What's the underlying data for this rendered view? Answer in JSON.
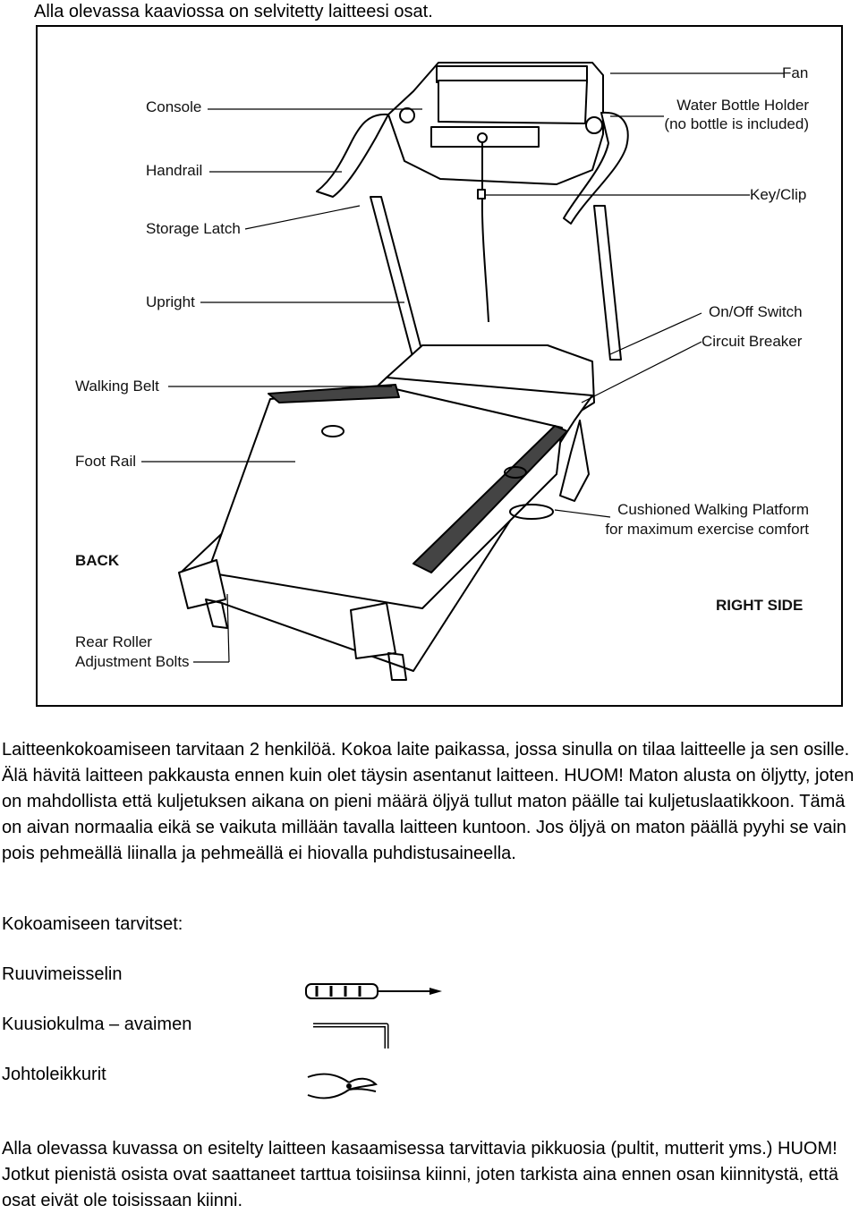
{
  "intro": "Alla olevassa kaaviossa on selvitetty laitteesi osat.",
  "diagram": {
    "labels": {
      "fan": "Fan",
      "water_bottle": "Water Bottle Holder",
      "water_bottle_note": "(no bottle is included)",
      "console": "Console",
      "handrail": "Handrail",
      "storage_latch": "Storage Latch",
      "key_clip": "Key/Clip",
      "upright": "Upright",
      "on_off": "On/Off Switch",
      "circuit_breaker": "Circuit Breaker",
      "walking_belt": "Walking Belt",
      "foot_rail": "Foot Rail",
      "cushioned": "Cushioned Walking Platform",
      "cushioned_note": "for maximum exercise comfort",
      "back": "BACK",
      "right_side": "RIGHT SIDE",
      "rear_roller": "Rear Roller",
      "adjustment_bolts": "Adjustment Bolts"
    }
  },
  "paragraph1": "Laitteenkokoamiseen tarvitaan 2 henkilöä.  Kokoa laite paikassa, jossa sinulla on tilaa laitteelle ja sen osille. Älä hävitä laitteen pakkausta ennen kuin olet täysin asentanut laitteen. HUOM! Maton alusta on öljytty, joten on mahdollista että kuljetuksen aikana on pieni määrä öljyä tullut maton päälle tai kuljetuslaatikkoon. Tämä on aivan normaalia eikä se vaikuta millään tavalla laitteen kuntoon. Jos öljyä on maton päällä pyyhi se vain pois pehmeällä liinalla ja pehmeällä ei hiovalla puhdistusaineella.",
  "tools_heading": "Kokoamiseen tarvitset:",
  "tools": [
    {
      "name": "Ruuvimeisselin",
      "icon": "screwdriver-icon"
    },
    {
      "name": "Kuusiokulma – avaimen",
      "icon": "hex-key-icon"
    },
    {
      "name": "Johtoleikkurit",
      "icon": "wire-cutter-icon"
    }
  ],
  "paragraph2": "Alla olevassa kuvassa on esitelty laitteen kasaamisessa tarvittavia pikkuosia (pultit, mutterit yms.) HUOM! Jotkut pienistä osista ovat saattaneet tarttua toisiinsa kiinni, joten tarkista aina ennen osan kiinnitystä, että osat eivät ole toisissaan kiinni."
}
